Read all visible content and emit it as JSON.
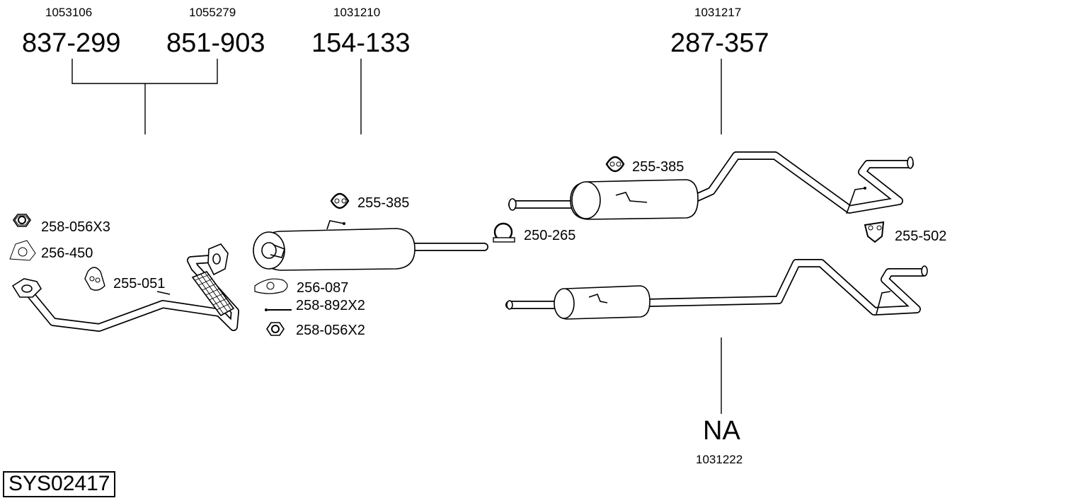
{
  "system_id": "SYS02417",
  "groups": [
    {
      "ref": "1053106",
      "part": "837-299"
    },
    {
      "ref": "1055279",
      "part": "851-903"
    },
    {
      "ref": "1031210",
      "part": "154-133"
    },
    {
      "ref": "1031217",
      "part": "287-357"
    },
    {
      "ref": "1031222",
      "part": "NA"
    }
  ],
  "accessories": {
    "nut_x3": "258-056X3",
    "gasket_256_450": "256-450",
    "hanger_255_051": "255-051",
    "hanger_255_385_a": "255-385",
    "gasket_256_087": "256-087",
    "bolt_258_892": "258-892X2",
    "nut_x2": "258-056X2",
    "clamp_250_265": "250-265",
    "hanger_255_385_b": "255-385",
    "hanger_255_502": "255-502"
  },
  "icons": {
    "nut": "hex-nut-icon",
    "gasket": "flange-gasket-icon",
    "hanger": "rubber-hanger-icon",
    "clamp": "pipe-clamp-icon",
    "bolt": "bolt-icon"
  }
}
